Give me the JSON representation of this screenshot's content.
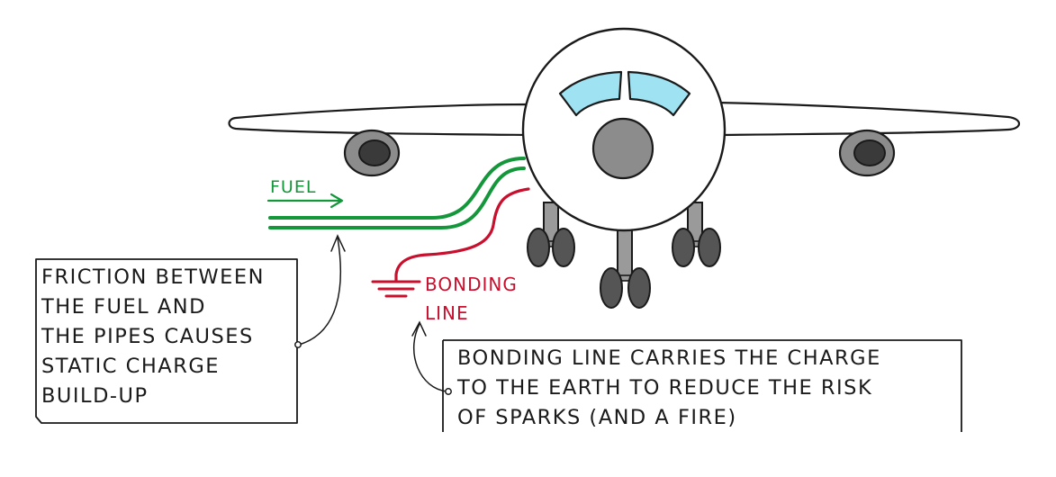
{
  "labels": {
    "fuel": "FUEL",
    "bonding_line": [
      "BONDING",
      "LINE"
    ]
  },
  "notes": {
    "friction": [
      "FRICTION BETWEEN",
      "THE FUEL AND",
      "THE PIPES CAUSES",
      "STATIC CHARGE",
      "BUILD-UP"
    ],
    "bonding": [
      "BONDING LINE CARRIES THE CHARGE",
      "TO THE EARTH TO REDUCE THE RISK",
      "OF SPARKS (AND A FIRE)"
    ]
  },
  "colors": {
    "fuel_pipe": "#14973b",
    "bonding_line": "#c8102e",
    "outline": "#1a1a1a",
    "engine": "#8c8c8c",
    "engine_core": "#3a3a3a",
    "nose_cone": "#8c8c8c",
    "windshield": "#9fe2f2",
    "wheel": "#555555",
    "gear_strut": "#9a9a9a"
  }
}
